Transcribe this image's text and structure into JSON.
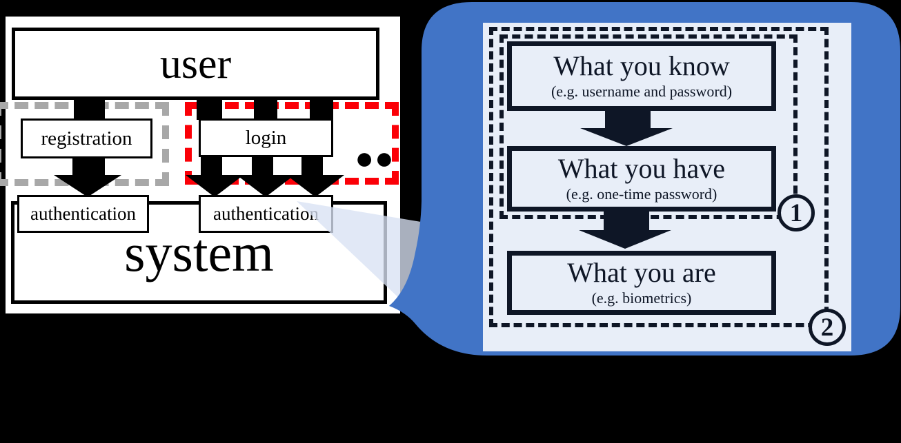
{
  "left_diagram": {
    "user": "user",
    "system": "system",
    "registration": "registration",
    "login": "login",
    "authentication_left": "authentication",
    "authentication_right": "authentication",
    "more_factors_dots": "●●"
  },
  "callout": {
    "steps": [
      {
        "title": "What you know",
        "example": "(e.g. username and password)"
      },
      {
        "title": "What you have",
        "example": "(e.g. one-time password)"
      },
      {
        "title": "What you are",
        "example": "(e.g. biometrics)"
      }
    ],
    "markers": [
      "1",
      "2"
    ]
  },
  "colors": {
    "background": "#000000",
    "bubble_blue": "#4174c6",
    "panel_light": "#e8eef8",
    "ink_dark": "#0e1626",
    "red_dash": "#fb0007",
    "gray_dash": "#a8a8a8",
    "beam_fill": "#d9e2f3",
    "diagram_black": "#000000",
    "diagram_white": "#ffffff"
  }
}
